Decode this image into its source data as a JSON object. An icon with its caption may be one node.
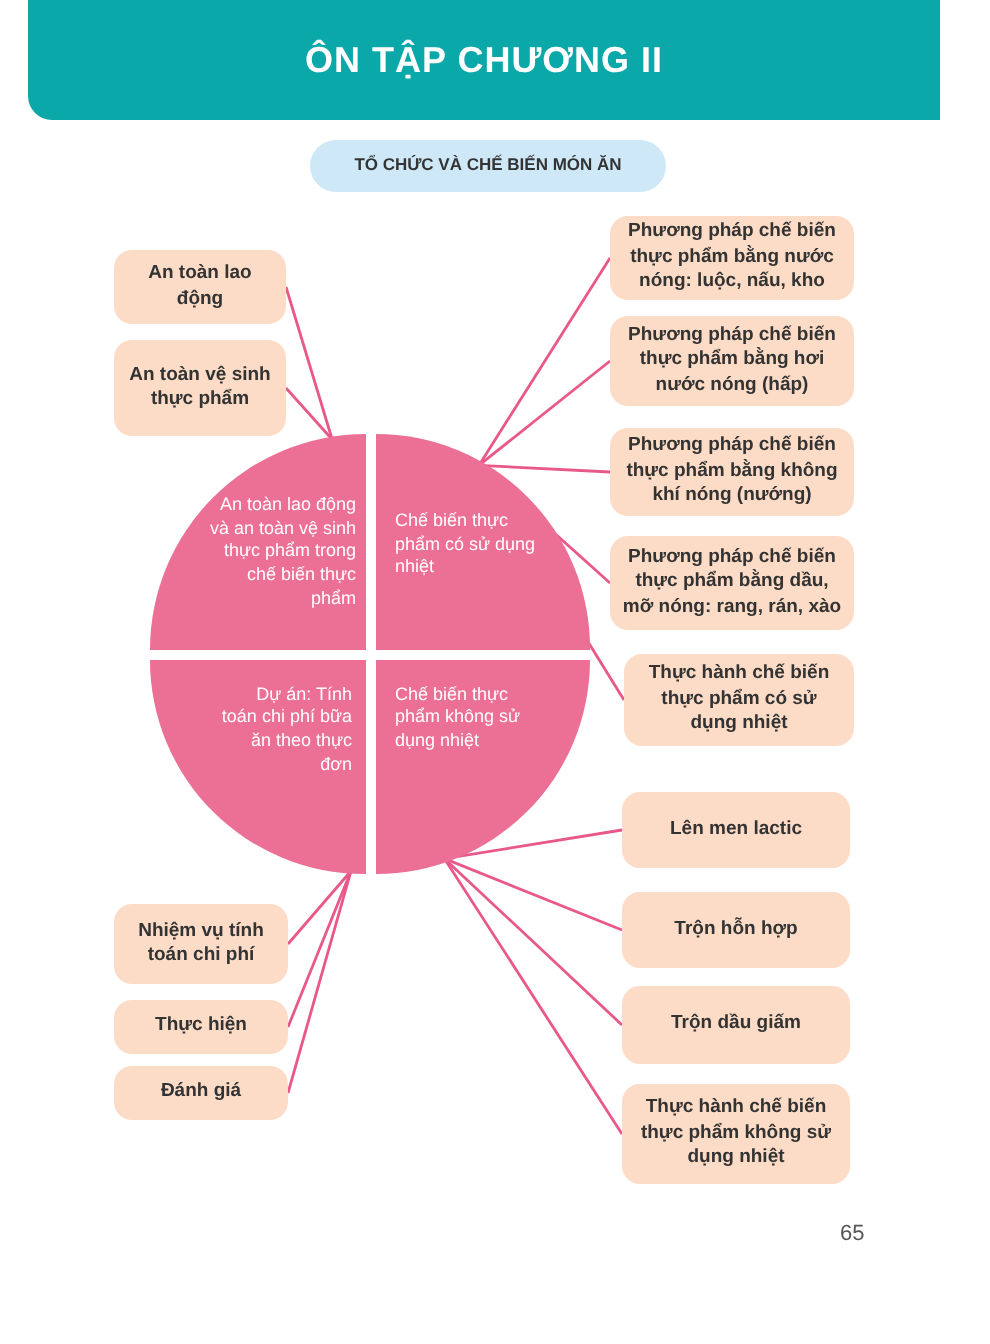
{
  "diagram": {
    "title": "ÔN TẬP CHƯƠNG II",
    "nodes": [
      {
        "text": [
          "TỔ CHỨC VÀ CHẾ BIẾN MÓN ĂN"
        ]
      },
      {
        "text": [
          "An toàn lao động"
        ]
      },
      {
        "text": [
          "An toàn vệ sinh thực phẩm"
        ]
      },
      {
        "text": [
          "Phương pháp chế biến thực phẩm bằng nước nóng: luộc, nấu, kho"
        ]
      },
      {
        "text": [
          "Phương pháp chế biến thực phẩm bằng hơi nước nóng (hấp)"
        ]
      },
      {
        "text": [
          "Phương pháp chế biến thực phẩm bằng không khí nóng (nướng)"
        ]
      },
      {
        "text": [
          "Phương pháp chế biến thực phẩm bằng dầu, mỡ nóng: rang, rán, xào"
        ]
      },
      {
        "text": [
          "Thực hành chế biến thực phẩm có sử dụng nhiệt"
        ]
      },
      {
        "text": [
          "An toàn lao động và an toàn vệ sinh thực phẩm trong chế biến thực phẩm"
        ]
      },
      {
        "text": [
          "Chế biến thực phẩm có sử dụng nhiệt"
        ]
      },
      {
        "text": [
          "Dự án: Tính toán chi phí bữa ăn theo thực đơn"
        ]
      },
      {
        "text": [
          "Chế biến thực phẩm không sử dụng nhiệt"
        ]
      },
      {
        "text": [
          "Nhiệm vụ tính toán chi phí"
        ]
      },
      {
        "text": [
          "Thực hiện"
        ]
      },
      {
        "text": [
          "Đánh giá"
        ]
      },
      {
        "text": [
          "Lên men lactic"
        ]
      },
      {
        "text": [
          "Trộn hỗn hợp"
        ]
      },
      {
        "text": [
          "Trộn dầu giấm"
        ]
      },
      {
        "text": [
          "Thực hành chế biến thực phẩm không sử dụng nhiệt"
        ]
      }
    ],
    "edges": [
      {
        "from": 8,
        "to": 1,
        "arrow": "none"
      },
      {
        "from": 8,
        "to": 2,
        "arrow": "none"
      },
      {
        "from": 9,
        "to": 3,
        "arrow": "none"
      },
      {
        "from": 9,
        "to": 4,
        "arrow": "none"
      },
      {
        "from": 9,
        "to": 5,
        "arrow": "none"
      },
      {
        "from": 9,
        "to": 6,
        "arrow": "none"
      },
      {
        "from": 9,
        "to": 7,
        "arrow": "none"
      },
      {
        "from": 10,
        "to": 12,
        "arrow": "none"
      },
      {
        "from": 10,
        "to": 13,
        "arrow": "none"
      },
      {
        "from": 10,
        "to": 14,
        "arrow": "none"
      },
      {
        "from": 11,
        "to": 15,
        "arrow": "none"
      },
      {
        "from": 11,
        "to": 16,
        "arrow": "none"
      },
      {
        "from": 11,
        "to": 17,
        "arrow": "none"
      },
      {
        "from": 11,
        "to": 18,
        "arrow": "none"
      }
    ],
    "labels": [
      "65"
    ]
  }
}
